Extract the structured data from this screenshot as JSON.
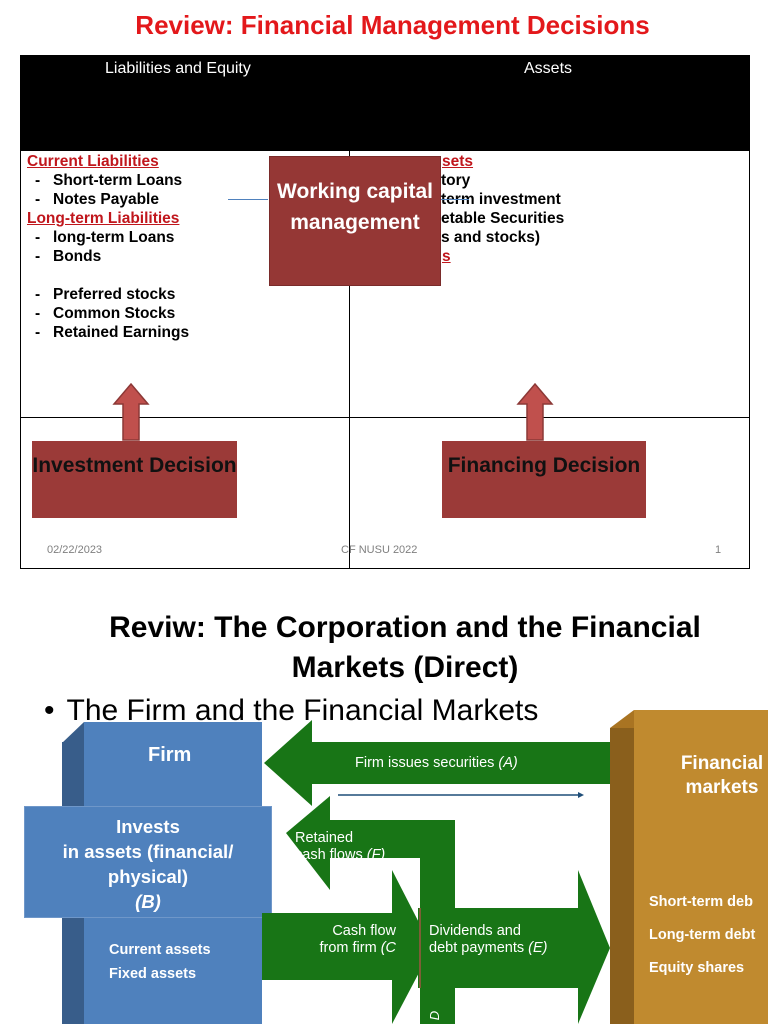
{
  "slide1": {
    "title": "Review: Financial Management Decisions",
    "header_left": "Liabilities and Equity",
    "header_right": "Assets",
    "current_liabilities": "Current Liabilities",
    "short_term_loans": "Short-term Loans",
    "notes_payable": "Notes Payable",
    "long_term_liabilities": "Long-term Liabilities",
    "long_term_loans": "long-term Loans",
    "bonds": "Bonds",
    "preferred_stocks": "Preferred stocks",
    "common_stocks": "Common Stocks",
    "retained_earnings": "Retained Earnings",
    "right_current_assets": "sets",
    "right_inventory": "tory",
    "right_short_term": "term investment",
    "right_marketable": "etable Securities",
    "right_bonds_stocks": "s and stocks)",
    "right_fixed_partial": "s",
    "working_capital": "Working capital management",
    "investment_decision": "Investment Decision",
    "financing_decision": "Financing Decision",
    "footer_date": "02/22/2023",
    "footer_center": "CF NUSU 2022",
    "footer_page": "1"
  },
  "slide2": {
    "title": "Reviw: The Corporation and the Financial Markets (Direct)",
    "bullet": "The Firm and the Financial Markets",
    "firm_label": "Firm",
    "invests_line1": "Invests",
    "invests_line2": "in assets (financial/",
    "invests_line3": "physical)",
    "invests_line4": "(B)",
    "current_assets": "Current assets",
    "fixed_assets": "Fixed assets",
    "issues_text": "Firm issues securities",
    "issues_tag": "(A)",
    "retained_line1": "Retained",
    "retained_line2": "cash flows",
    "retained_tag": "(F)",
    "cashflow_line1": "Cash flow",
    "cashflow_line2": "from firm",
    "cashflow_tag": "(C",
    "dividends_line1": "Dividends and",
    "dividends_line2": "debt payments",
    "dividends_tag": "(E)",
    "vertical_tag": "D",
    "financial_markets_line1": "Financial",
    "financial_markets_line2": "markets",
    "short_term_debt": "Short-term deb",
    "long_term_debt": "Long-term debt",
    "equity_shares": "Equity shares"
  },
  "colors": {
    "title_red": "#e3181b",
    "dark_red_box": "#953735",
    "green_arrow": "#187516",
    "firm_blue": "#4f81bd",
    "market_gold": "#c08a2f"
  }
}
